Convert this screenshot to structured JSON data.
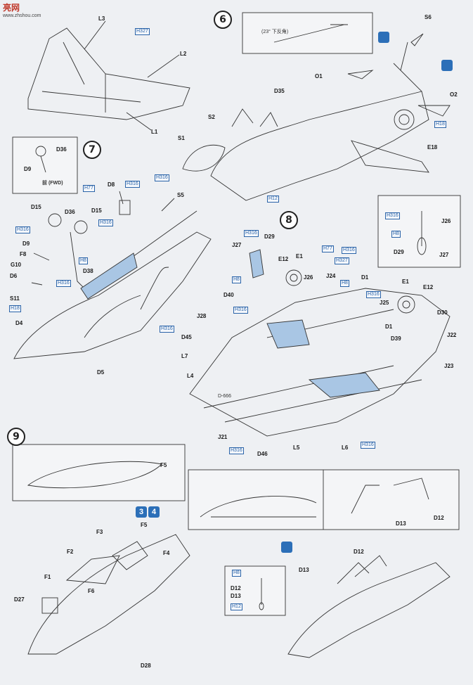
{
  "watermark": {
    "brand": "亮网",
    "site": "www.zhshou.com"
  },
  "steps": {
    "s6": "6",
    "s7": "7",
    "s8": "8",
    "s9": "9"
  },
  "angle_note": "(23° 下反角)",
  "fwd_note": "前 (FWD)",
  "badges": {
    "b3": "3",
    "b4": "4"
  },
  "serial": "D-666",
  "parts": {
    "L3": "L3",
    "H327a": "H327",
    "L2": "L2",
    "L1": "L1",
    "S6": "S6",
    "O1": "O1",
    "O2": "O2",
    "D35": "D35",
    "S2": "S2",
    "S1": "S1",
    "H18a": "H18",
    "E18": "E18",
    "H12a": "H12",
    "D36": "D36",
    "D9": "D9",
    "D15a": "D15",
    "D36b": "D36",
    "D15b": "D15",
    "H77a": "H77",
    "H316a": "H316",
    "H316b": "H316",
    "H316c": "H316",
    "D8": "D8",
    "S5": "S5",
    "F8": "F8",
    "G10": "G10",
    "H8a": "H8",
    "D38": "D38",
    "D6": "D6",
    "D9b": "D9",
    "S11": "S11",
    "H18b": "H18",
    "D4": "D4",
    "D5": "D5",
    "H316d": "H316",
    "H316e": "H316",
    "H316f": "H316",
    "H316g": "H316",
    "J26a": "J26",
    "H8b": "H8",
    "J27a": "J27",
    "D29a": "D29",
    "H316h": "H316",
    "J27b": "J27",
    "D29b": "D29",
    "H77b": "H77",
    "H316i": "H316",
    "E1a": "E1",
    "E12a": "E12",
    "H8c": "H8",
    "H327b": "H327",
    "J26b": "J26",
    "J24": "J24",
    "H8d": "H8",
    "D1a": "D1",
    "D40": "D40",
    "H316j": "H316",
    "E1b": "E1",
    "E12b": "E12",
    "H316k": "H316",
    "J25": "J25",
    "D30": "D30",
    "D1b": "D1",
    "J28": "J28",
    "D39": "D39",
    "J22": "J22",
    "D45": "D45",
    "L7": "L7",
    "L4": "L4",
    "J23": "J23",
    "J21": "J21",
    "H316l": "H316",
    "D46": "D46",
    "L5": "L5",
    "L6": "L6",
    "H316m": "H316",
    "F5a": "F5",
    "F5b": "F5",
    "F3": "F3",
    "F4": "F4",
    "F2": "F2",
    "F1": "F1",
    "F6": "F6",
    "D27": "D27",
    "D28": "D28",
    "D13a": "D13",
    "D12a": "D12",
    "D12b": "D12",
    "D13b": "D13",
    "H8e": "H8",
    "D12c": "D12",
    "D13c": "D13",
    "H12b": "H12"
  }
}
